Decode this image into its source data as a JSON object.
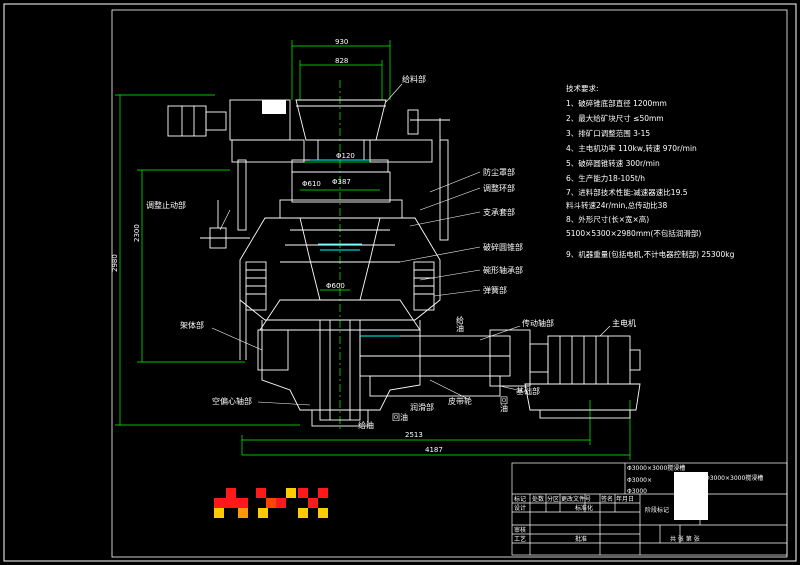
{
  "dimensions": {
    "top_930": "930",
    "top_828": "828",
    "left_2980": "2980",
    "left_2300": "2300",
    "bottom_2513": "2513",
    "bottom_4187": "4187",
    "phi120": "Φ120",
    "phi610": "Φ610",
    "phi387": "Φ387",
    "phi600": "Φ600"
  },
  "labels_right": {
    "feed": "给料部",
    "dust_cover": "防尘罩部",
    "adjust_ring": "调整环部",
    "support_sleeve": "支承套部",
    "crush_cone": "破碎圆锥部",
    "bowl_bearing": "碗形轴承部",
    "spring": "弹簧部",
    "oil_feed_v": "给油",
    "drive_shaft": "传动轴部",
    "main_motor": "主电机",
    "base": "基础部",
    "belt_pulley": "皮带轮",
    "return_oil_v": "回油"
  },
  "labels_left": {
    "adjust_start": "调整止动部",
    "frame": "架体部",
    "eccentric": "空偏心轴部",
    "oil_in": "给油",
    "oil_return": "回油",
    "lube": "润滑部"
  },
  "requirements": {
    "title": "技术要求:",
    "items": [
      "1、破碎锥底部直径  1200mm",
      "2、最大给矿块尺寸  ≤50mm",
      "3、排矿口调整范围  3-15",
      "4、主电机功率  110kw,转速  970r/min",
      "5、破碎圆锥转速   300r/min",
      "6、生产能力18-105t/h",
      "7、进料部技术性能:减速器速比19.5",
      "   料斗转速24r/min,总传动比38",
      "8、外形尺寸(长×宽×高)",
      "   5100×5300×2980mm(不包括润滑部)",
      "9、机器重量(包括电机,不计电器控制部)  25300kg"
    ]
  },
  "title_block": {
    "row1": "Φ3000×3000搅浸槽",
    "row1b": "Φ3000×3000搅浸槽",
    "row2": "Φ3000×",
    "row3": "Φ3000",
    "headers": [
      "标记",
      "处数",
      "分区",
      "更改文件号",
      "签名",
      "年月日"
    ],
    "design": "设计",
    "standard": "标准化",
    "stage": "阶段标记",
    "review": "审核",
    "process": "工艺",
    "approve": "批准",
    "sheets": "共  张  第  张"
  },
  "colors": {
    "line": "#ffffff",
    "dim": "#00ff00",
    "accent": "#00ffff",
    "logo_red": "#ff1a1a",
    "logo_yellow": "#ffcc00"
  }
}
